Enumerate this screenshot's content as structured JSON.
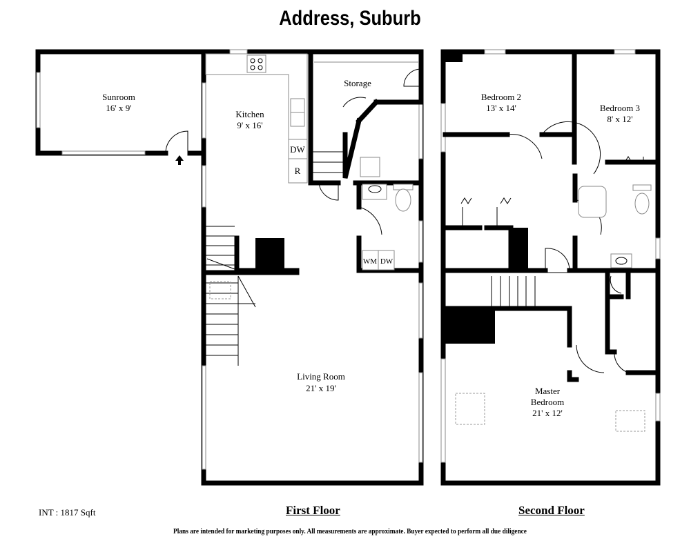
{
  "title": "Address, Suburb",
  "first_floor": {
    "label": "First Floor",
    "rooms": {
      "sunroom": {
        "name": "Sunroom",
        "size": "16' x 9'"
      },
      "kitchen": {
        "name": "Kitchen",
        "size": "9' x 16'"
      },
      "storage": {
        "name": "Storage"
      },
      "living": {
        "name": "Living Room",
        "size": "21' x 19'"
      }
    },
    "fixtures": {
      "dw": "DW",
      "r": "R",
      "wm": "WM",
      "dw2": "DW"
    }
  },
  "second_floor": {
    "label": "Second Floor",
    "rooms": {
      "bedroom2": {
        "name": "Bedroom 2",
        "size": "13' x 14'"
      },
      "bedroom3": {
        "name": "Bedroom 3",
        "size": "8' x 12'"
      },
      "master": {
        "name1": "Master",
        "name2": "Bedroom",
        "size": "21' x 12'"
      }
    }
  },
  "area": "INT : 1817 Sqft",
  "disclaimer": "Plans are intended for marketing purposes only. All measurements are approximate. Buyer expected to perform all due diligence"
}
